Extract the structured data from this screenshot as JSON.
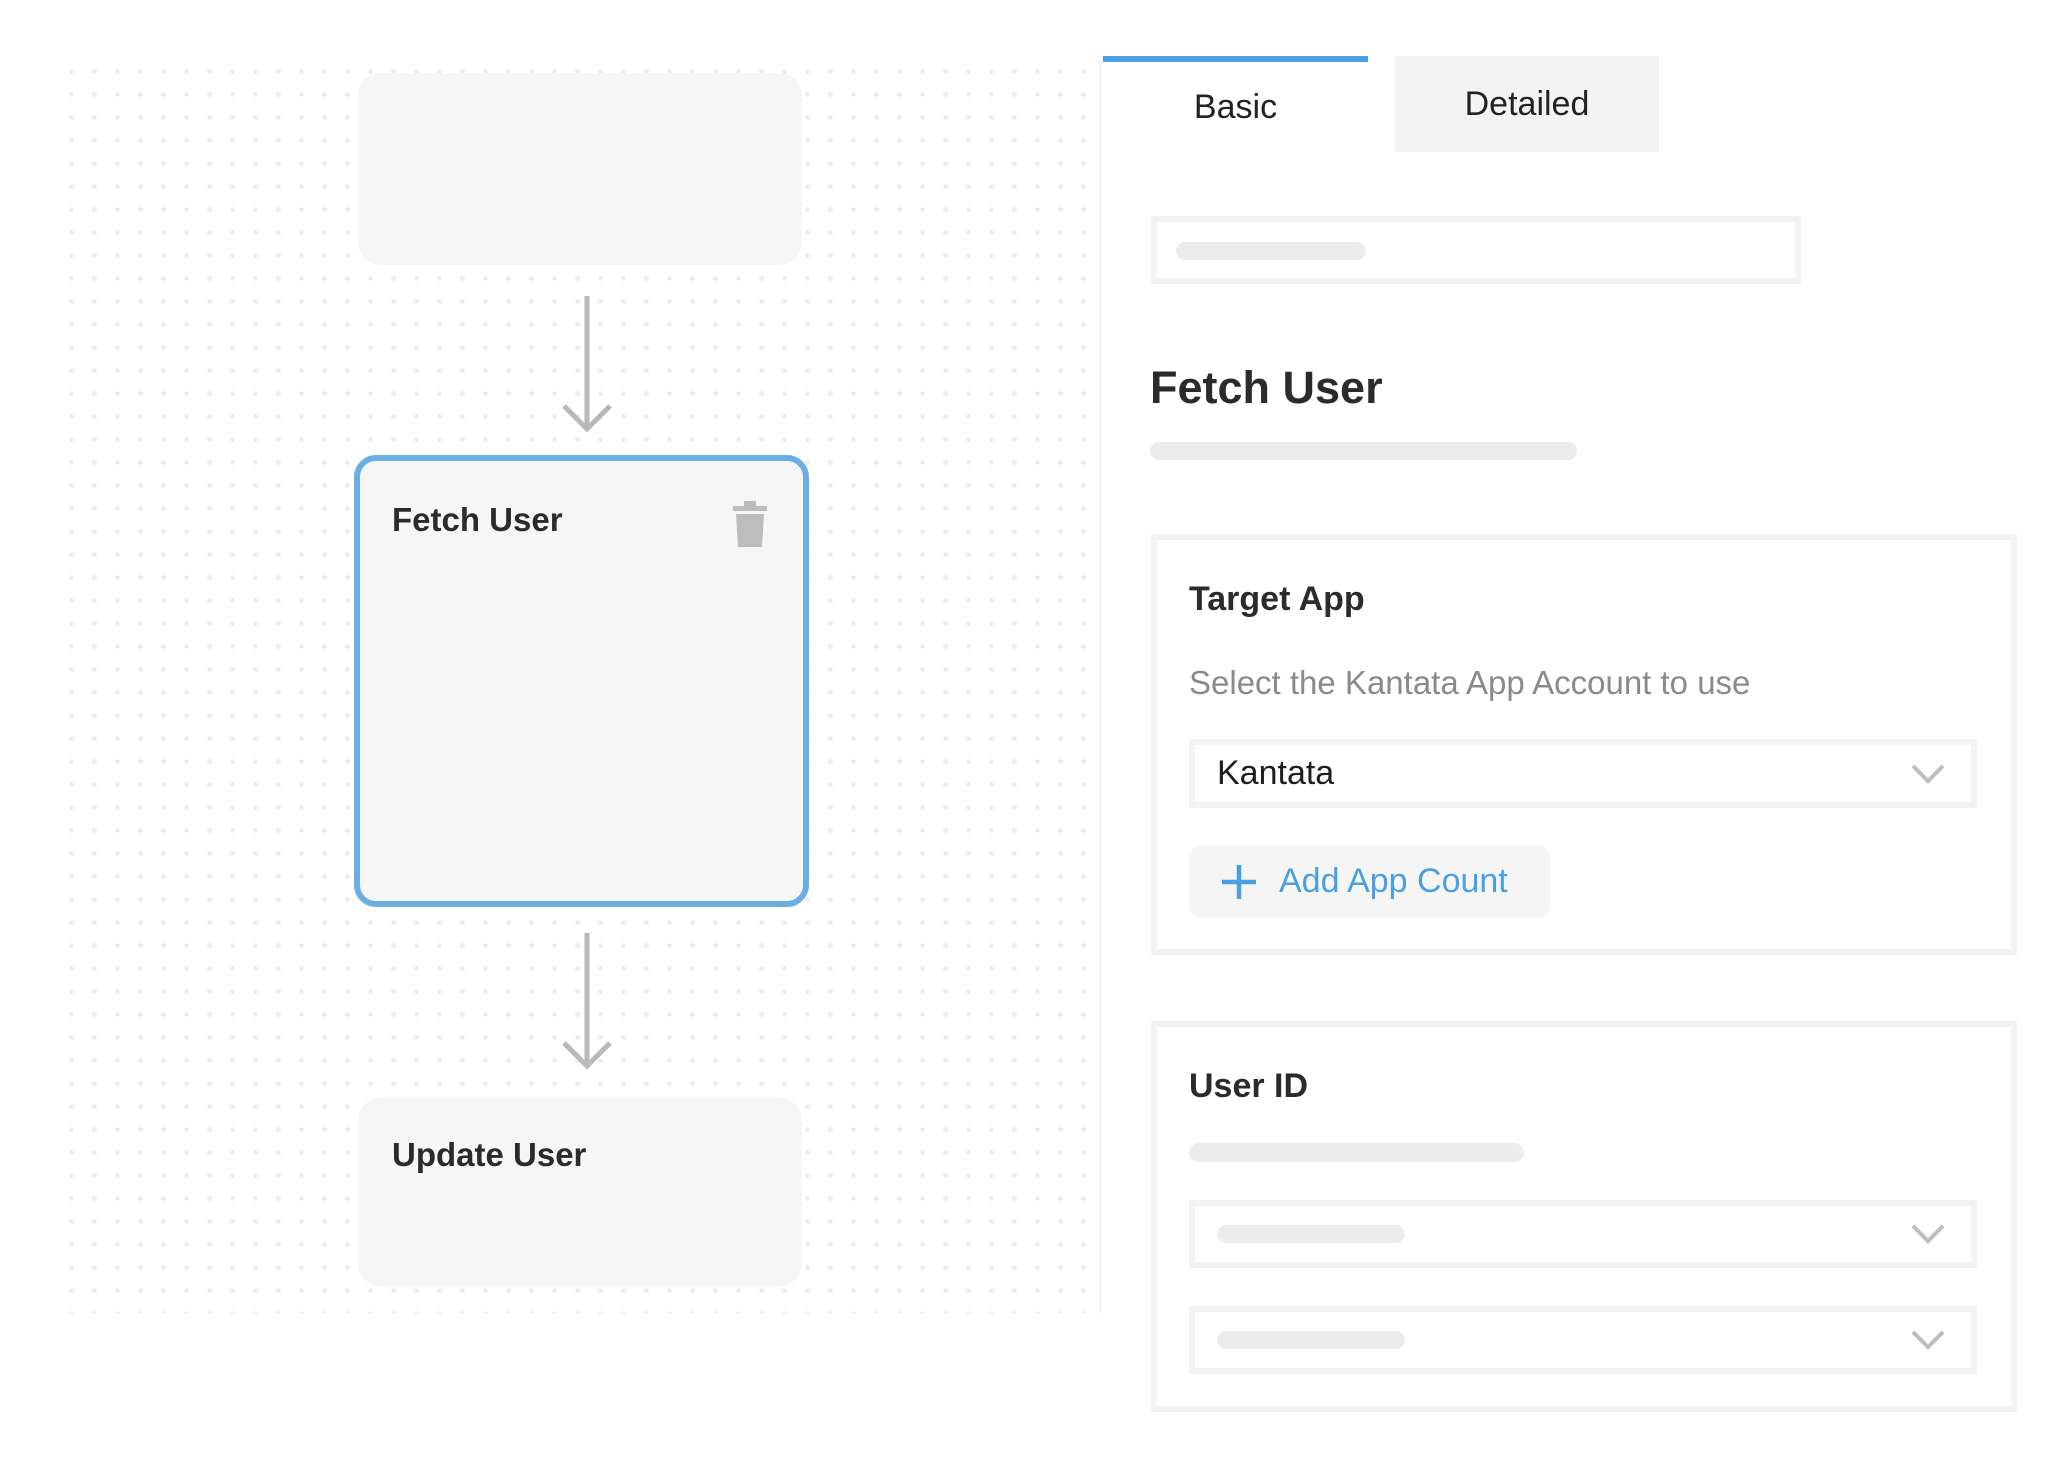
{
  "canvas": {
    "nodes": [
      {
        "title": ""
      },
      {
        "title": "Fetch User",
        "selected": true,
        "icon": "trash-icon"
      },
      {
        "title": "Update User"
      }
    ]
  },
  "panel": {
    "tabs": [
      {
        "label": "Basic",
        "active": true
      },
      {
        "label": "Detailed",
        "active": false
      }
    ],
    "title": "Fetch User",
    "target_app": {
      "label": "Target App",
      "description": "Select the Kantata App Account to use",
      "selected": "Kantata",
      "add_button": "Add App Count"
    },
    "user_id": {
      "label": "User ID"
    }
  },
  "colors": {
    "accent": "#4a9fe3",
    "selected_border": "#6aaee6",
    "node_bg": "#f6f6f6"
  }
}
